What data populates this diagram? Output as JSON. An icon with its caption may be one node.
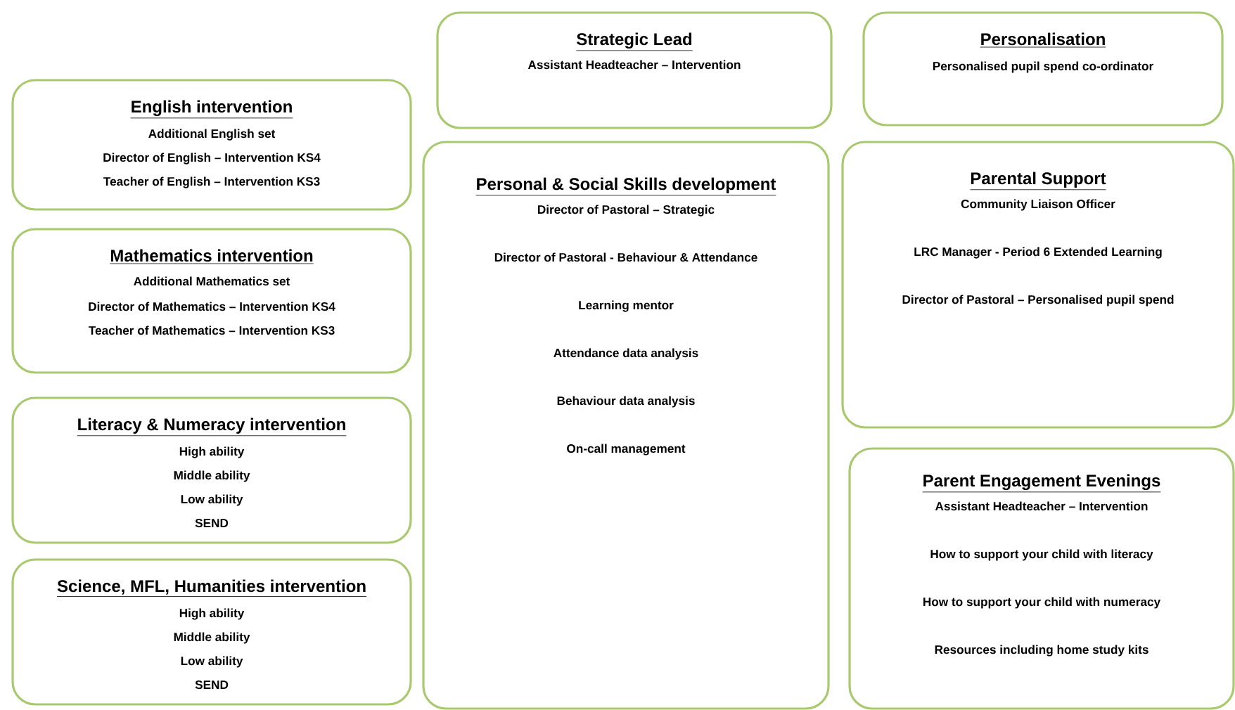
{
  "diagram": {
    "nodes": [
      {
        "text": [
          "English intervention",
          "Additional English set",
          "Director of English – Intervention KS4",
          "Teacher of English – Intervention KS3"
        ]
      },
      {
        "text": [
          "Mathematics intervention",
          "Additional Mathematics set",
          "Director of Mathematics – Intervention KS4",
          "Teacher of Mathematics – Intervention KS3"
        ]
      },
      {
        "text": [
          "Literacy & Numeracy intervention",
          "High ability",
          "Middle ability",
          "Low ability",
          "SEND"
        ]
      },
      {
        "text": [
          "Science, MFL, Humanities intervention",
          "High ability",
          "Middle ability",
          "Low ability",
          "SEND"
        ]
      },
      {
        "text": [
          "Strategic Lead",
          "Assistant Headteacher – Intervention"
        ]
      },
      {
        "text": [
          "Personal & Social Skills development",
          "Director of Pastoral – Strategic",
          "Director of Pastoral - Behaviour & Attendance",
          "Learning mentor",
          "Attendance data analysis",
          "Behaviour data analysis",
          "On-call management"
        ]
      },
      {
        "text": [
          "Personalisation",
          "Personalised pupil spend co-ordinator"
        ]
      },
      {
        "text": [
          "Parental Support",
          "Community Liaison Officer",
          "LRC Manager - Period 6 Extended Learning",
          "Director of Pastoral – Personalised pupil spend"
        ]
      },
      {
        "text": [
          "Parent Engagement Evenings",
          "Assistant Headteacher – Intervention",
          "How to support your child with literacy",
          "How to support your child with numeracy",
          "Resources including home study kits"
        ]
      }
    ]
  }
}
